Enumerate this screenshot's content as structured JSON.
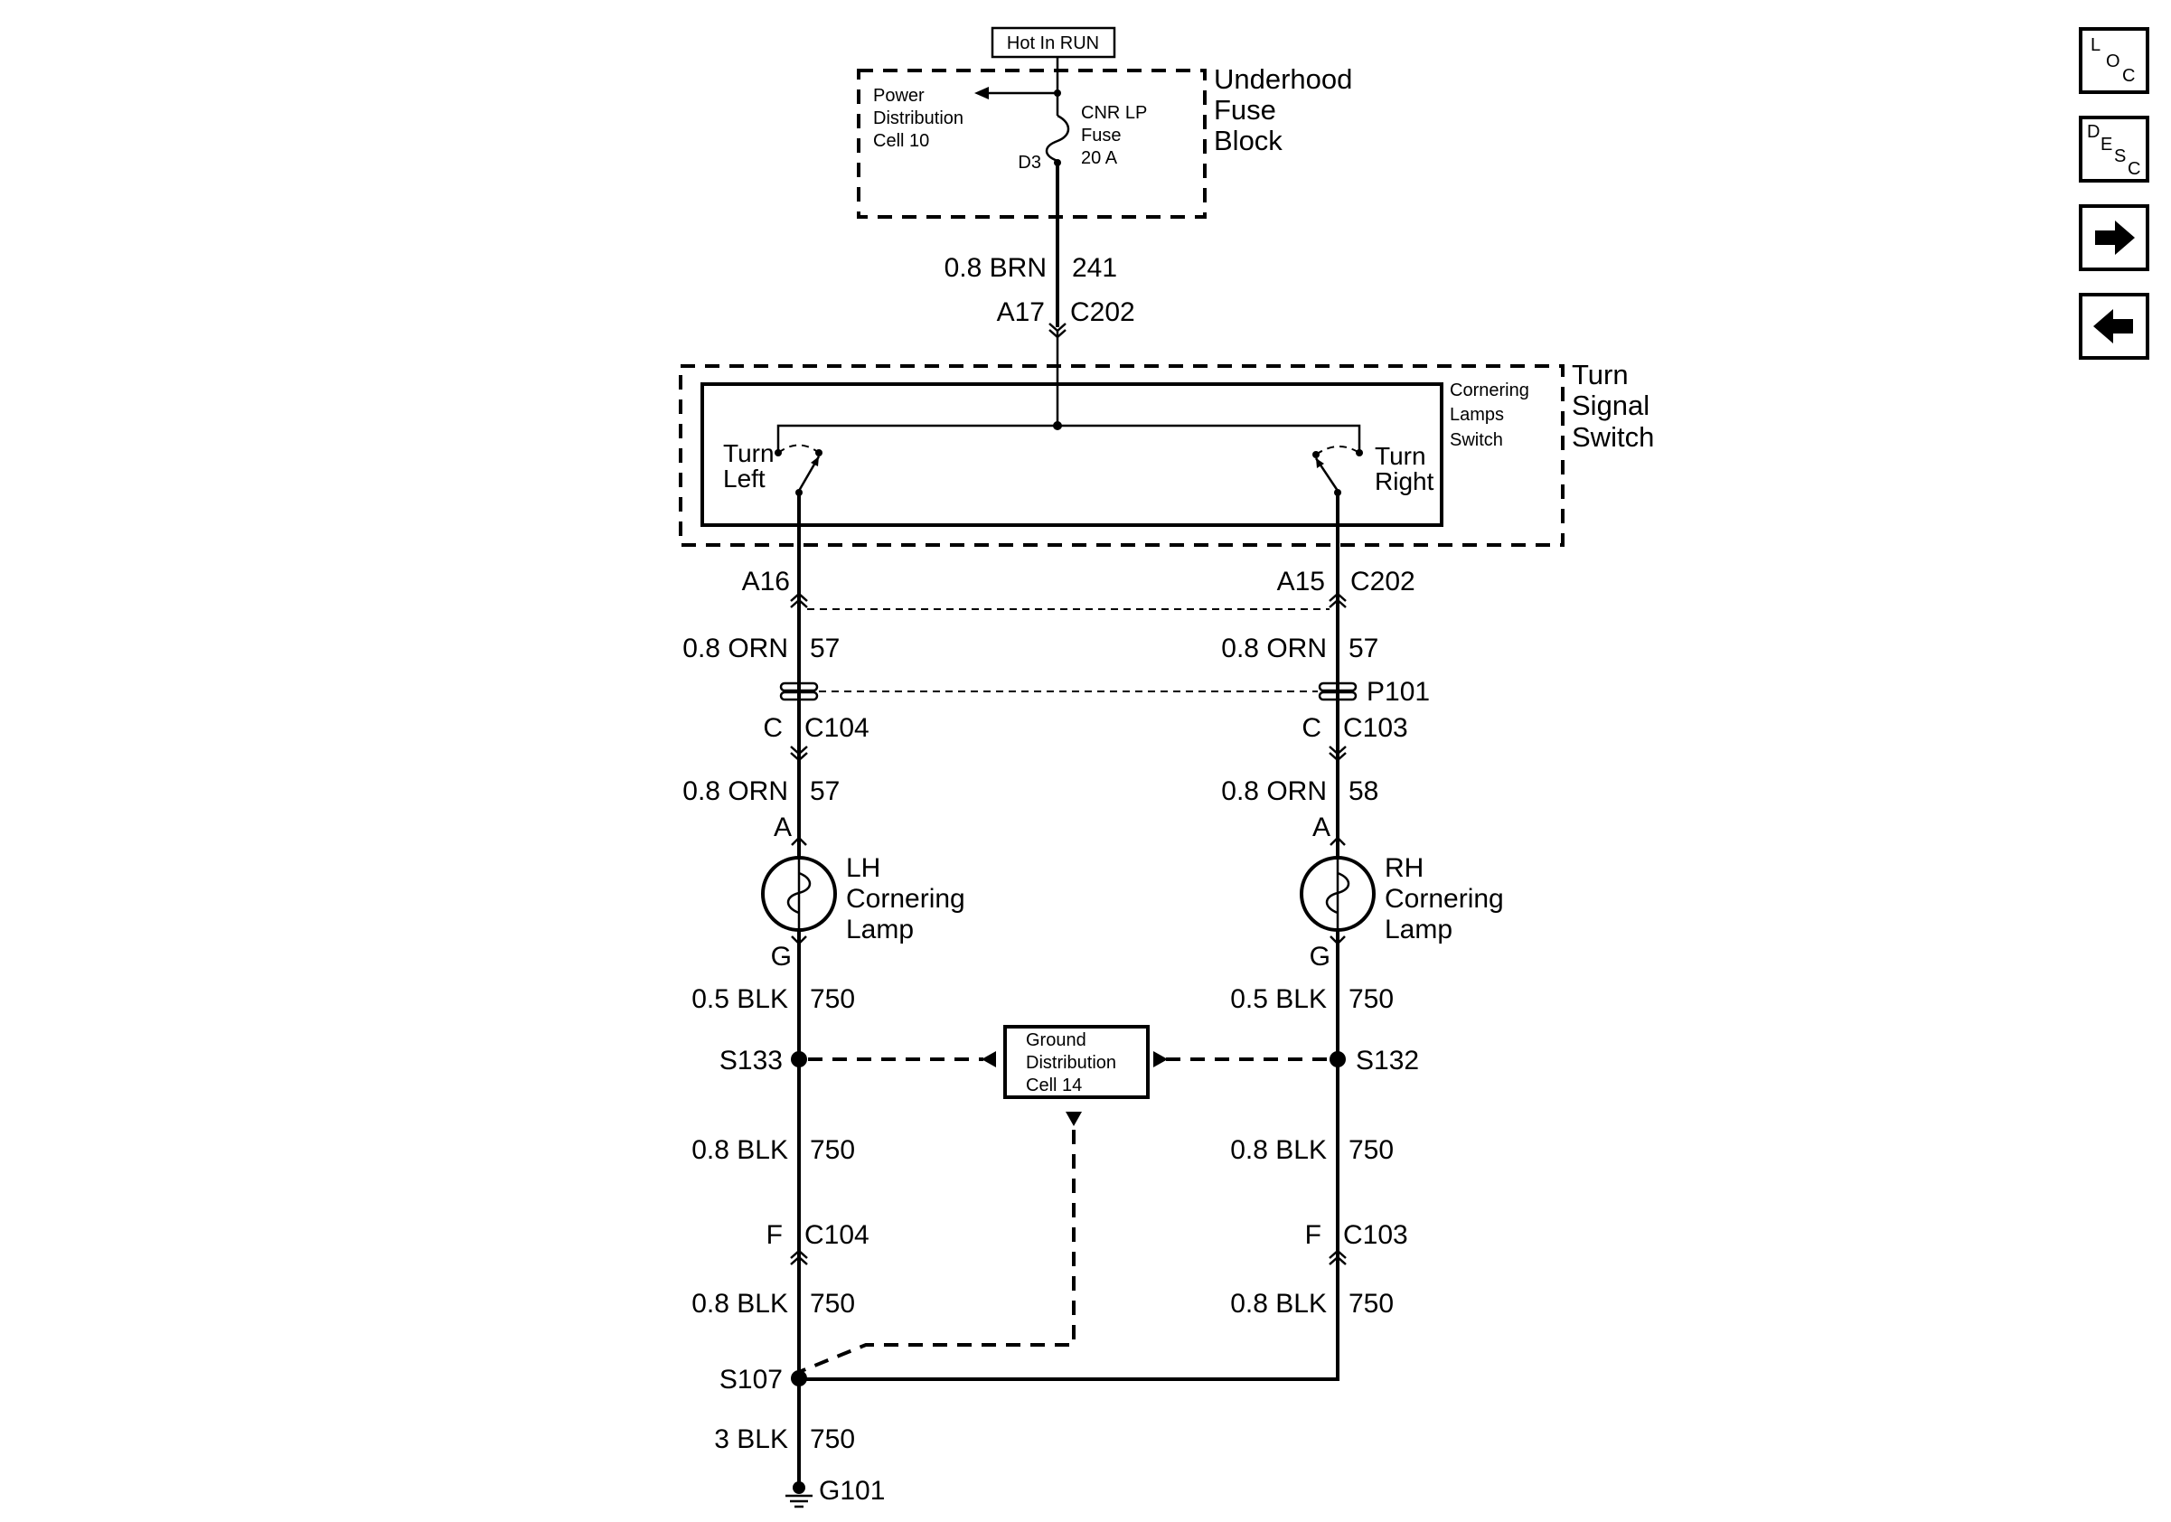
{
  "power_source": {
    "label": "Hot In RUN"
  },
  "fuse_block": {
    "name_lines": [
      "Underhood",
      "Fuse",
      "Block"
    ],
    "power_distribution_lines": [
      "Power",
      "Distribution",
      "Cell 10"
    ],
    "fuse_lines": [
      "CNR LP",
      "Fuse",
      "20 A"
    ],
    "fuse_pin": "D3"
  },
  "feed_wire": {
    "gauge_color": "0.8 BRN",
    "circuit": "241",
    "pin": "A17",
    "connector": "C202"
  },
  "turn_signal_switch": {
    "name_lines": [
      "Turn",
      "Signal",
      "Switch"
    ],
    "inner_switch_lines": [
      "Cornering",
      "Lamps",
      "Switch"
    ],
    "left_lines": [
      "Turn",
      "Left"
    ],
    "right_lines": [
      "Turn",
      "Right"
    ]
  },
  "left_branch": {
    "switch_pin": "A16",
    "wire1": {
      "gauge_color": "0.8 ORN",
      "circuit": "57"
    },
    "lamp_pin_in": "C",
    "lamp_connector": "C104",
    "wire2": {
      "gauge_color": "0.8 ORN",
      "circuit": "57"
    },
    "lamp_terminal_a": "A",
    "lamp_lines": [
      "LH",
      "Cornering",
      "Lamp"
    ],
    "lamp_terminal_g": "G",
    "wire3": {
      "gauge_color": "0.5 BLK",
      "circuit": "750"
    },
    "splice": "S133",
    "wire4": {
      "gauge_color": "0.8 BLK",
      "circuit": "750"
    },
    "ground_pin": "F",
    "ground_connector": "C104",
    "wire5": {
      "gauge_color": "0.8 BLK",
      "circuit": "750"
    }
  },
  "right_branch": {
    "switch_pin": "A15",
    "switch_connector": "C202",
    "wire1": {
      "gauge_color": "0.8 ORN",
      "circuit": "57"
    },
    "inline_connector": "P101",
    "lamp_pin_in": "C",
    "lamp_connector": "C103",
    "wire2": {
      "gauge_color": "0.8 ORN",
      "circuit": "58"
    },
    "lamp_terminal_a": "A",
    "lamp_lines": [
      "RH",
      "Cornering",
      "Lamp"
    ],
    "lamp_terminal_g": "G",
    "wire3": {
      "gauge_color": "0.5 BLK",
      "circuit": "750"
    },
    "splice": "S132",
    "wire4": {
      "gauge_color": "0.8 BLK",
      "circuit": "750"
    },
    "ground_pin": "F",
    "ground_connector": "C103",
    "wire5": {
      "gauge_color": "0.8 BLK",
      "circuit": "750"
    }
  },
  "ground_distribution": {
    "lines": [
      "Ground",
      "Distribution",
      "Cell 14"
    ]
  },
  "ground_splice": "S107",
  "ground_wire": {
    "gauge_color": "3 BLK",
    "circuit": "750"
  },
  "ground_point": "G101",
  "nav": {
    "loc": {
      "letters": [
        "L",
        "O",
        "C"
      ]
    },
    "desc": {
      "letters": [
        "D",
        "E",
        "S",
        "C"
      ]
    }
  }
}
